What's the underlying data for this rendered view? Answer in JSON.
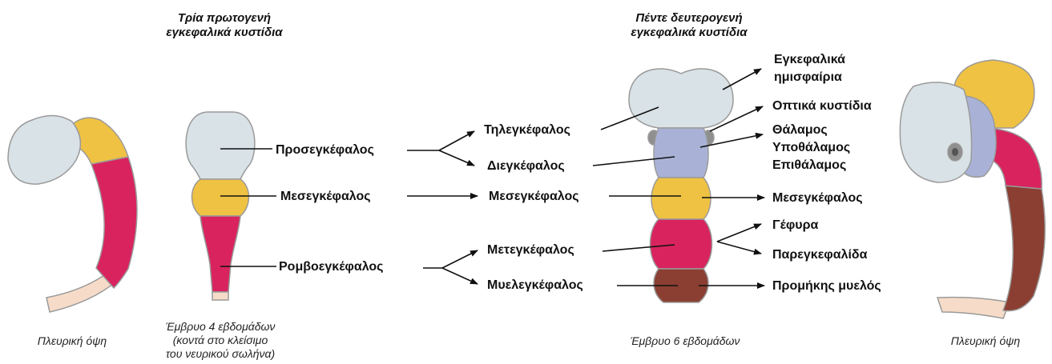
{
  "headers": {
    "primary": [
      "Τρία πρωτογενή",
      "εγκεφαλικά κυστίδια"
    ],
    "secondary": [
      "Πέντε δευτερογενή",
      "εγκεφαλικά κυστίδια"
    ]
  },
  "primary_vesicles": {
    "prosencephalon": "Προσεγκέφαλος",
    "mesencephalon": "Μεσεγκέφαλος",
    "rhombencephalon": "Ρομβοεγκέφαλος"
  },
  "secondary_vesicles": {
    "telencephalon": "Τηλεγκέφαλος",
    "diencephalon": "Διεγκέφαλος",
    "mesencephalon": "Μεσεγκέφαλος",
    "metencephalon": "Μετεγκέφαλος",
    "myelencephalon": "Μυελεγκέφαλος"
  },
  "structures": {
    "hemispheres": [
      "Εγκεφαλικά",
      "ημισφαίρια"
    ],
    "optic_vesicles": "Οπτικά κυστίδια",
    "thalamus_group": [
      "Θάλαμος",
      "Υποθάλαμος",
      "Επιθάλαμος"
    ],
    "midbrain": "Μεσεγκέφαλος",
    "pons": "Γέφυρα",
    "cerebellum": "Παρεγκεφαλίδα",
    "medulla": "Προμήκης μυελός"
  },
  "captions": {
    "left_side_view": "Πλευρική όψη",
    "embryo_4_weeks": [
      "Έμβρυο 4 εβδομάδων",
      "(κοντά στο κλείσιμο",
      "του νευρικού σωλήνα)"
    ],
    "embryo_6_weeks": "Έμβρυο 6 εβδομάδων",
    "right_side_view": "Πλευρική όψη"
  },
  "colors": {
    "forebrain": "#d9e2e6",
    "diencephalon": "#a9b2d6",
    "midbrain": "#f0c243",
    "hindbrain": "#d9235f",
    "myelencephalon": "#8a3f32",
    "spinal_cord": "#f6dcc8",
    "outline": "#9b9b9b"
  }
}
